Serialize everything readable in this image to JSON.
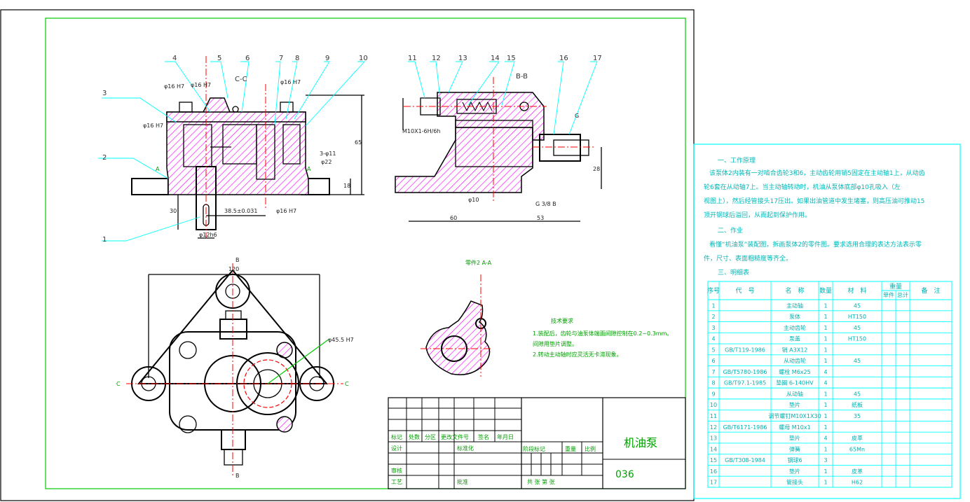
{
  "balloons": [
    "1",
    "2",
    "3",
    "4",
    "5",
    "6",
    "7",
    "8",
    "9",
    "10",
    "11",
    "12",
    "13",
    "14",
    "15",
    "16",
    "17"
  ],
  "views": {
    "cc": "C-C",
    "bb": "B-B",
    "aa": "零件2 A-A",
    "sec_a": "A",
    "sec_b": "B",
    "sec_c": "C"
  },
  "dims": {
    "d16_1": "φ16 H7",
    "d16_2": "φ16 H7",
    "d16_3": "φ16 H7",
    "d16_4": "φ16 H7",
    "d16_5": "φ16 H7",
    "d11": "3-φ11",
    "d22": "φ22",
    "h65": "65",
    "h18": "18",
    "h30": "30",
    "w385": "38.5±0.031",
    "d12": "φ12h6",
    "m10": "M10X1-6H/6h",
    "d10": "φ10",
    "w60": "60",
    "w53": "53",
    "h28": "28",
    "g": "G",
    "g38": "G 3/8 B",
    "w120": "120",
    "d455": "φ45.5 H7"
  },
  "tech": {
    "title": "技术要求",
    "line1": "1.装配后，齿轮与油泵体端面间隙控制在0.2~0.3mm。",
    "line2": "    间隙用垫片调整。",
    "line3": "2.转动主动轴时应灵活无卡滞现象。"
  },
  "title_block": {
    "name": "机油泵",
    "number": "036",
    "r1": [
      "标记",
      "处数",
      "分区",
      "更改文件号",
      "签名",
      "年月日"
    ],
    "design": "设计",
    "std": "标准化",
    "stage_mark": "阶段标记",
    "weight": "重量",
    "scale": "比例",
    "review": "审核",
    "process": "工艺",
    "approve": "批准",
    "sheets": "共  张  第  张"
  },
  "spec": {
    "h1": "一、工作原理",
    "p1a": "该泵体2内装有一对啮合齿轮3和6，主动齿轮用销5固定在主动轴1上，从动齿",
    "p1b": "轮6套在从动轴7上。当主动轴转动时，机油从泵体底部φ10孔吸入（左",
    "p1c": "视图上），然后经管接头17压出。如果出油管道中发生堵塞，则高压油可推动15",
    "p1d": "顶开钢球后溢回，从而起到保护作用。",
    "h2": "二、作业",
    "p2a": "看懂“机油泵”装配图，拆画泵体2的零件图。要求选用合理的表达方法表示零",
    "p2b": "件，尺寸、表面粗糙度等齐全。",
    "h3": "三、明细表"
  },
  "bom": {
    "headers": [
      "序号",
      "代　号",
      "名　称",
      "数量",
      "材　料",
      "重量",
      "备　注"
    ],
    "sub": [
      "单件",
      "总计"
    ],
    "rows": [
      [
        "1",
        "",
        "主动轴",
        "1",
        "45"
      ],
      [
        "2",
        "",
        "泵体",
        "1",
        "HT150"
      ],
      [
        "3",
        "",
        "主动齿轮",
        "1",
        "45"
      ],
      [
        "4",
        "",
        "泵盖",
        "1",
        "HT150"
      ],
      [
        "5",
        "GB/T119-1986",
        "销 A3X12",
        "1",
        ""
      ],
      [
        "6",
        "",
        "从动齿轮",
        "1",
        "45"
      ],
      [
        "7",
        "GB/T5780-1986",
        "螺栓 M6x25",
        "4",
        ""
      ],
      [
        "8",
        "GB/T97.1-1985",
        "垫圈 6-140HV",
        "4",
        ""
      ],
      [
        "9",
        "",
        "从动轴",
        "1",
        "45"
      ],
      [
        "10",
        "",
        "垫片",
        "1",
        "纸板"
      ],
      [
        "11",
        "",
        "调节螺钉M10X1X30",
        "1",
        "35"
      ],
      [
        "12",
        "GB/T6171-1986",
        "螺母 M10x1",
        "1",
        ""
      ],
      [
        "13",
        "",
        "垫片",
        "4",
        "皮革"
      ],
      [
        "14",
        "",
        "弹簧",
        "1",
        "65Mn"
      ],
      [
        "15",
        "GB/T308-1984",
        "钢球6",
        "3",
        ""
      ],
      [
        "16",
        "",
        "垫片",
        "1",
        "皮革"
      ],
      [
        "17",
        "",
        "管接头",
        "1",
        "H62"
      ]
    ]
  }
}
